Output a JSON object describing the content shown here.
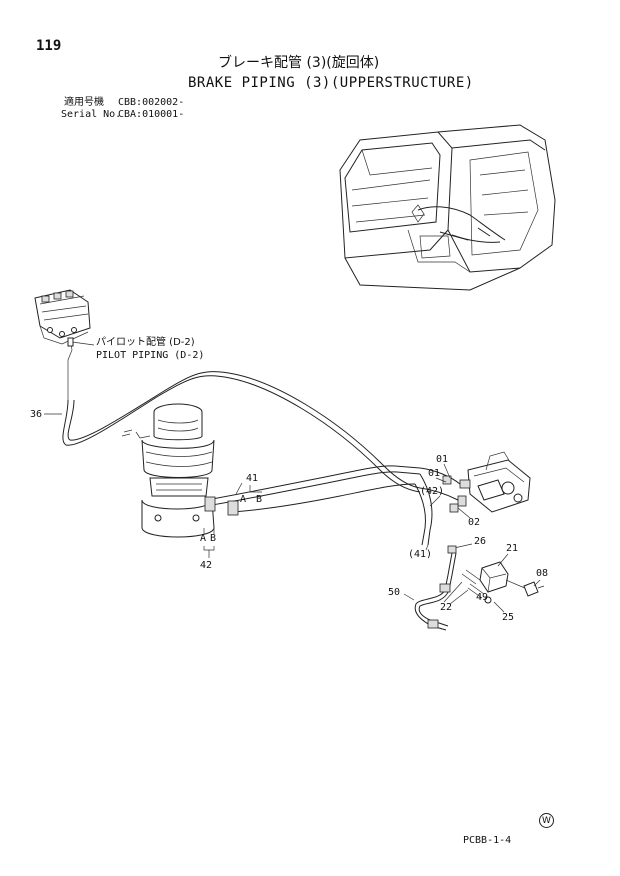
{
  "page": {
    "number": "119",
    "title_jp": "ブレーキ配管 (3)(旋回体)",
    "title_en": "BRAKE PIPING (3)(UPPERSTRUCTURE)",
    "serial_label_jp": "適用号機",
    "serial_value_jp": "CBB:002002-",
    "serial_label_en": "Serial No.",
    "serial_value_en": "CBA:010001-",
    "footer_code": "PCBB-1-4",
    "footer_mark": "W"
  },
  "callouts": {
    "pilot_jp": "パイロット配管 (D-2)",
    "pilot_en": "PILOT PIPING (D-2)",
    "p36": "36",
    "p41": "41",
    "p42": "42",
    "A": "A",
    "B": "B",
    "A2": "A",
    "B2": "B",
    "p01a": "01",
    "p01b": "01",
    "p42p": "(42)",
    "p02": "02",
    "p41p": "(41)",
    "p26": "26",
    "p21": "21",
    "p08": "08",
    "p50": "50",
    "p49": "49",
    "p22": "22",
    "p25": "25"
  },
  "icons": {
    "machine": "excavator-upperstructure-icon",
    "valve": "pilot-valve-icon",
    "swivel": "center-joint-icon",
    "pedal": "brake-valve-icon",
    "switch": "pressure-switch-icon"
  }
}
